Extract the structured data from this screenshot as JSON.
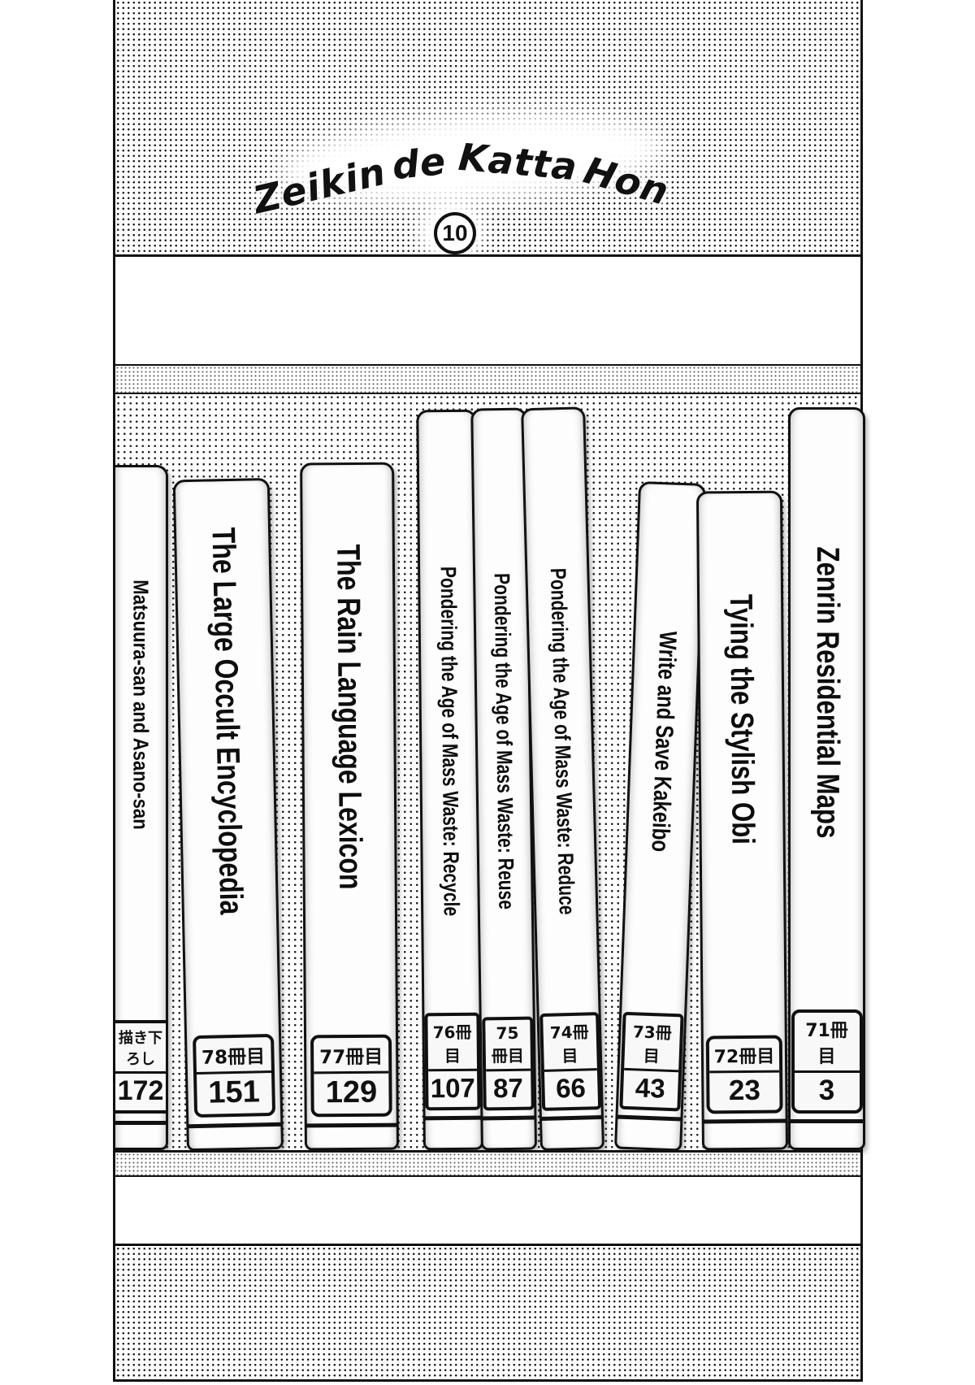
{
  "page": {
    "title": "Zeikin de Katta Hon",
    "title_words": [
      "Zeikin",
      "de",
      "Katta",
      "Hon"
    ],
    "volume_number": "10"
  },
  "shelf": {
    "books": [
      {
        "title": "Matsuura-san and Asano-san",
        "label": "描き下ろし",
        "page": "172"
      },
      {
        "title": "The Large Occult Encyclopedia",
        "label": "78冊目",
        "page": "151"
      },
      {
        "title": "The Rain Language Lexicon",
        "label": "77冊目",
        "page": "129"
      },
      {
        "title": "Pondering the Age of Mass Waste: Recycle",
        "label": "76冊目",
        "page": "107"
      },
      {
        "title": "Pondering the Age of Mass Waste: Reuse",
        "label": "75冊目",
        "page": "87"
      },
      {
        "title": "Pondering the Age of Mass Waste: Reduce",
        "label": "74冊目",
        "page": "66"
      },
      {
        "title": "Write and Save Kakeibo",
        "label": "73冊目",
        "page": "43"
      },
      {
        "title": "Tying the Stylish Obi",
        "label": "72冊目",
        "page": "23"
      },
      {
        "title": "Zenrin Residential Maps",
        "label": "71冊目",
        "page": "3"
      }
    ]
  },
  "colors": {
    "ink": "#111111",
    "paper": "#ffffff"
  }
}
